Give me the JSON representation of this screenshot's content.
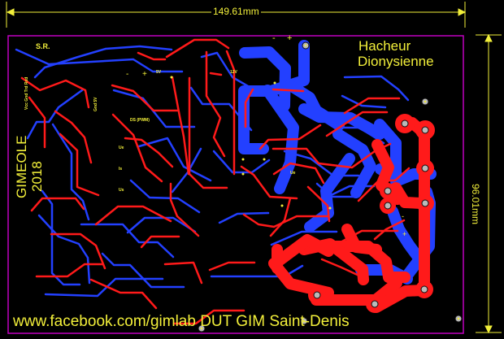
{
  "board": {
    "width_dimension": "149.61mm",
    "height_dimension": "96.01mm",
    "signature": "S.R.",
    "title_line1": "Hacheur",
    "title_line2": "Dionysienne",
    "vertical_title": "GIMEOLE",
    "vertical_year": "2018",
    "footer": "www.facebook.com/gimlab DUT GIM Saint-Denis",
    "header_label": "Vcc Gnd Trd Rxd",
    "left_connector_label": "Gnd 5V",
    "pwm_label": "DS (PWM)",
    "left_minus": "-",
    "left_plus": "+",
    "left_voltage": "5V",
    "right_voltage": "12V",
    "top_minus": "-",
    "top_plus": "+",
    "ue_1": "Ue",
    "is_1": "Is",
    "us_1": "Us",
    "ue_2": "Ue",
    "output_minus": "-",
    "output_plus": "+"
  },
  "colors": {
    "background": "#000000",
    "outline": "#c000c0",
    "silkscreen": "#f2ef3a",
    "top_copper": "#ff1a1a",
    "bottom_copper": "#2340ff"
  }
}
